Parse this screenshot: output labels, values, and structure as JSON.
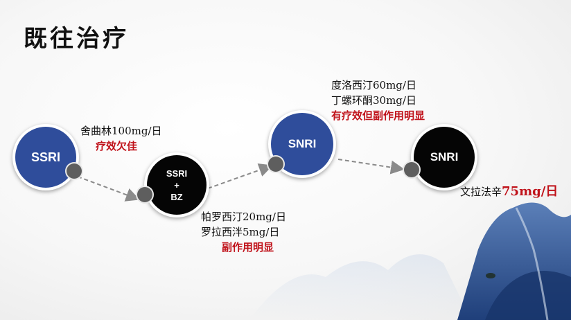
{
  "title": "既往治疗",
  "nodes": {
    "n1": {
      "label": "SSRI"
    },
    "n2": {
      "line1": "SSRI",
      "line2": "+",
      "line3": "BZ"
    },
    "n3": {
      "label": "SNRI"
    },
    "n4": {
      "label": "SNRI"
    }
  },
  "notes": {
    "n1": {
      "drug": "舍曲林100mg/日",
      "effect": "疗效欠佳"
    },
    "n2": {
      "drug1": "帕罗西汀20mg/日",
      "drug2": "罗拉西泮5mg/日",
      "effect": "副作用明显"
    },
    "n3": {
      "drug1": "度洛西汀60mg/日",
      "drug2": "丁螺环酮30mg/日",
      "effect": "有疗效但副作用明显"
    },
    "n4": {
      "drug": "文拉法辛",
      "dose": "75mg/日"
    }
  },
  "colors": {
    "blue": "#2f4d9b",
    "black": "#050505",
    "red": "#c0121a",
    "arrow": "#8a8a8a"
  }
}
